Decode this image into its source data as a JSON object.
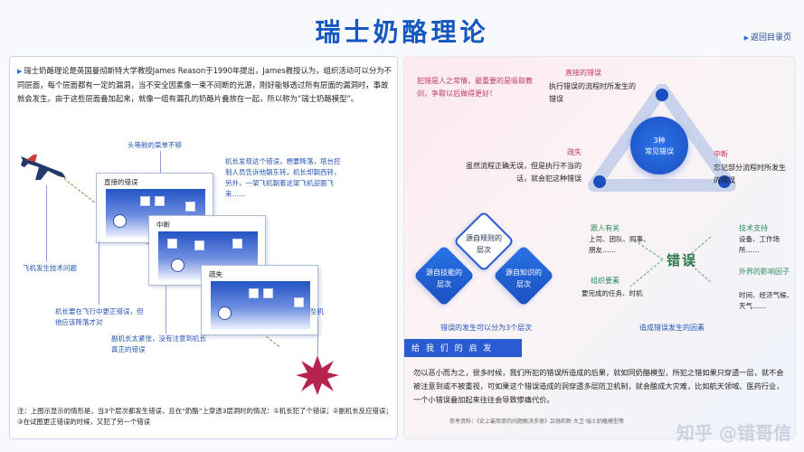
{
  "title": "瑞士奶酪理论",
  "back_link": "返回目录页",
  "intro": "瑞士奶酪理论是英国曼彻斯特大学教授James Reason于1990年提出，James教授认为，组织活动可以分为不同层面，每个层面都有一定的漏洞，当不安全因素像一束不间断的光源，刚好能够透过所有层面的漏洞时，事故就会发生。由于这些层面叠加起来，就像一组有漏孔的奶酪片叠放在一起，所以称为“瑞士奶酪模型”。",
  "diagram": {
    "label_top": "头等舱的菜单不够",
    "label_engine": "飞机发生技术问题",
    "label_pilot_desc": "机长发现这个错误，想要降落，塔台控制人员告诉他朝东转，机长却朝西转，另外，一架飞机朝着这架飞机迎面飞来……",
    "label_captain": "机长要在飞行中更正错误，但他应该降落才对",
    "label_copilot": "副机长太紧张，没有注意到机长真正的错误",
    "label_crash": "坠机",
    "card1": "直接的错误",
    "card2": "中断",
    "card3": "疏失"
  },
  "note": "注：上图示显示的情形是，当3个层次都发生错误，且在“奶酪”上穿透3层洞时的情况：①机长犯了个错误；②副机长反应错误；③在试图更正错误的时候，又犯了另一个错误",
  "right": {
    "slogan": "犯错是人之常情，最重要的是吸取教训，争取以后做得更好！",
    "direct_h": "直接的错误",
    "direct_t": "执行错误的流程时所发生的错误",
    "center": "3种\n常见错误",
    "lapse_h": "疏失",
    "lapse_t": "虽然流程正确无误，但是执行不当的话，就会犯这种错误",
    "interrupt_h": "中断",
    "interrupt_t": "忘记部分流程时所发生的错误",
    "d_rule": "源自规则的层次",
    "d_skill": "源自技能的层次",
    "d_know": "源自知识的层次",
    "caption_levels": "错误的发生可以分为3个层次",
    "err": "错误",
    "people_h": "跟人有关",
    "people_t": "上司、团队、同事、朋友……",
    "org_h": "组织要素",
    "org_t": "要完成的任务、时机",
    "tech_h": "技术支持",
    "tech_t": "设备、工作场所……",
    "env_h": "外界的影响因子",
    "env_t": "时间、经济气候、天气……",
    "caption_factors": "造成错误发生的因素",
    "insight_h": "给 我 们 的 启 发",
    "insight": "勿以恶小而为之，很多时候，我们所犯的错误所造成的后果，就如同奶酪模型，所犯之错如果只穿透一层，就不会被注意到或不被重视，可如果这个错误造成的洞穿透多层防卫机制，就会酿成大灾难，比如航天领域、医药行业，一个小错误叠加起来往往会导致惨痛代价。",
    "ref": "参考资料：《史上最简单的问题解决手册》吕强和新·大卫·瑞士奶酪模型等"
  },
  "watermark": "知乎 @错哥信",
  "colors": {
    "title": "#1557c0",
    "accent_pink": "#c0396b",
    "accent_green": "#2a8a5a",
    "blue": "#2a5bd0"
  }
}
